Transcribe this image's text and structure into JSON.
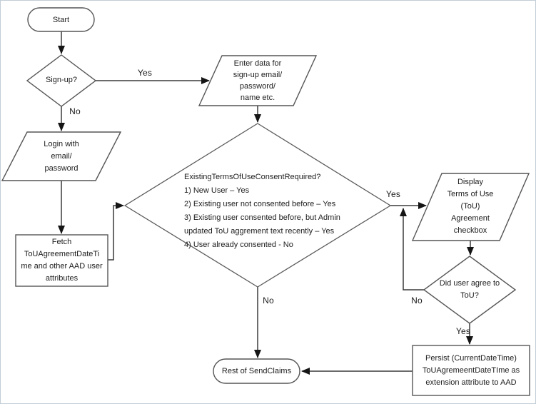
{
  "colors": {
    "background": "#ffffff",
    "frame_border": "#c2cdd6",
    "shape_stroke": "#555555",
    "connector_stroke": "#3a3a3a",
    "arrowhead_fill": "#151515",
    "text": "#1c1c1c"
  },
  "diagram": {
    "type": "flowchart",
    "nodes": {
      "start": {
        "shape": "terminator",
        "label": "Start"
      },
      "signup_decision": {
        "shape": "decision",
        "label": "Sign-up?"
      },
      "enter_data": {
        "shape": "data-parallelogram",
        "label": "Enter data for\nsign-up email/\npassword/\nname etc."
      },
      "login": {
        "shape": "data-parallelogram",
        "label": "Login with\nemail/\npassword"
      },
      "fetch_attributes": {
        "shape": "process",
        "label": "Fetch\nToUAgreementDateTi\nme and other AAD user\nattributes"
      },
      "consent_decision": {
        "shape": "decision",
        "label": "ExistingTermsOfUseConsentRequired?\n1) New User – Yes\n2) Existing user not consented before – Yes\n3) Existing user consented before, but Admin\nupdated ToU aggrement text recently – Yes\n4) User already consented - No"
      },
      "display_tou": {
        "shape": "data-parallelogram",
        "label": "Display\nTerms of Use\n(ToU)\nAgreement\ncheckbox"
      },
      "agree_decision": {
        "shape": "decision",
        "label": "Did user agree to\nToU?"
      },
      "persist": {
        "shape": "process",
        "label": "Persist (CurrentDateTime)\nToUAgremeentDateTIme as\nextension attribute to AAD"
      },
      "rest_sendclaims": {
        "shape": "terminator",
        "label": "Rest of SendClaims"
      }
    },
    "edge_labels": {
      "signup_yes": "Yes",
      "signup_no": "No",
      "consent_yes": "Yes",
      "consent_no": "No",
      "agree_no": "No",
      "agree_yes": "Yes"
    }
  }
}
